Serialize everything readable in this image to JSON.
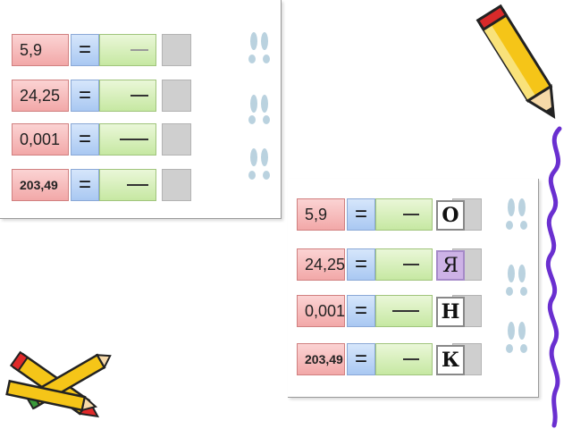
{
  "left_panel": {
    "rows": [
      {
        "number": "5,9",
        "eq": "="
      },
      {
        "number": "24,25",
        "eq": "="
      },
      {
        "number": "0,001",
        "eq": "="
      },
      {
        "number": "203,49",
        "eq": "="
      }
    ]
  },
  "right_panel": {
    "rows": [
      {
        "number": "5,9",
        "eq": "=",
        "letter": "О"
      },
      {
        "number": "24,25",
        "eq": "=",
        "letter": "Я"
      },
      {
        "number": "0,001",
        "eq": "=",
        "letter": "Н"
      },
      {
        "number": "203,49",
        "eq": "=",
        "letter": "К"
      }
    ]
  },
  "colors": {
    "number_cell": "#f2a8a8",
    "equals_cell": "#a9c8f2",
    "answer_cell": "#c6e8a2",
    "gray_box": "#cfcfcf",
    "letter_highlight": "#cdb2e6",
    "curve": "#6a2fd0"
  },
  "decorations": [
    "pencil-icon",
    "crayons-icon",
    "bunny-icon"
  ]
}
